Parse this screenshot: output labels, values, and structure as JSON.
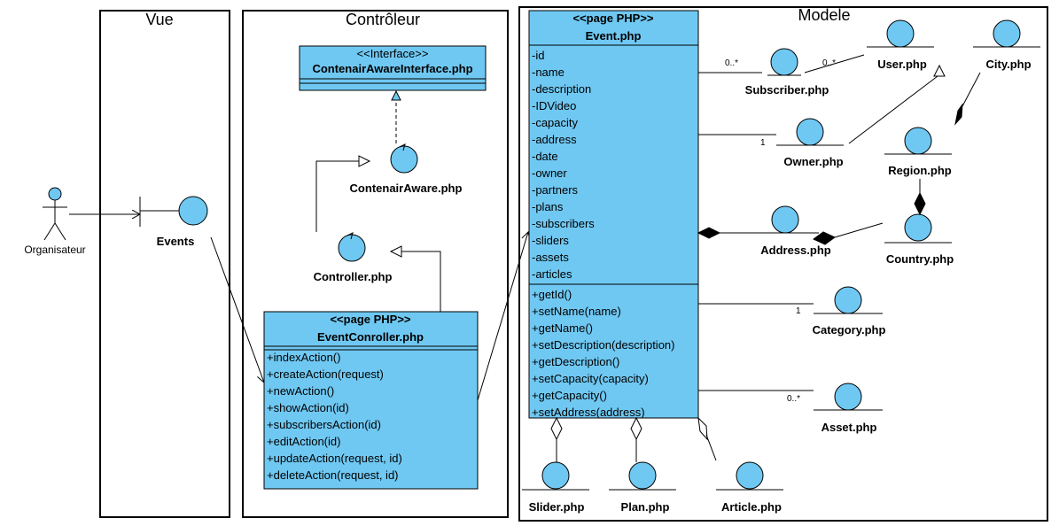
{
  "packages": {
    "vue": "Vue",
    "controleur": "Contrôleur",
    "modele": "Modele"
  },
  "actor": {
    "name": "Organisateur"
  },
  "boundary": {
    "name": "Events"
  },
  "interface_class": {
    "stereotype": "<<Interface>>",
    "name": "ContenairAwareInterface.php"
  },
  "controls": {
    "contenair_aware": "ContenairAware.php",
    "controller": "Controller.php"
  },
  "event_controller": {
    "stereotype": "<<page PHP>>",
    "name": "EventConroller.php",
    "operations": [
      "+indexAction()",
      "+createAction(request)",
      "+newAction()",
      "+showAction(id)",
      "+subscribersAction(id)",
      "+editAction(id)",
      "+updateAction(request, id)",
      "+deleteAction(request, id)"
    ]
  },
  "event_class": {
    "stereotype": "<<page PHP>>",
    "name": "Event.php",
    "attributes": [
      "-id",
      "-name",
      "-description",
      "-IDVideo",
      "-capacity",
      "-address",
      "-date",
      "-owner",
      "-partners",
      "-plans",
      "-subscribers",
      "-sliders",
      "-assets",
      "-articles"
    ],
    "operations": [
      "+getId()",
      "+setName(name)",
      "+getName()",
      "+setDescription(description)",
      "+getDescription()",
      "+setCapacity(capacity)",
      "+getCapacity()",
      "+setAddress(address)"
    ]
  },
  "entities": {
    "subscriber": "Subscriber.php",
    "user": "User.php",
    "city": "City.php",
    "owner": "Owner.php",
    "region": "Region.php",
    "address": "Address.php",
    "country": "Country.php",
    "category": "Category.php",
    "asset": "Asset.php",
    "slider": "Slider.php",
    "plan": "Plan.php",
    "article": "Article.php"
  },
  "multiplicities": {
    "event_subscriber": "0..*",
    "subscriber_user": "0..*",
    "event_owner": "1",
    "event_category": "1",
    "event_asset": "0..*"
  },
  "colors": {
    "fill": "#6fc8f2",
    "stroke": "#000000"
  }
}
